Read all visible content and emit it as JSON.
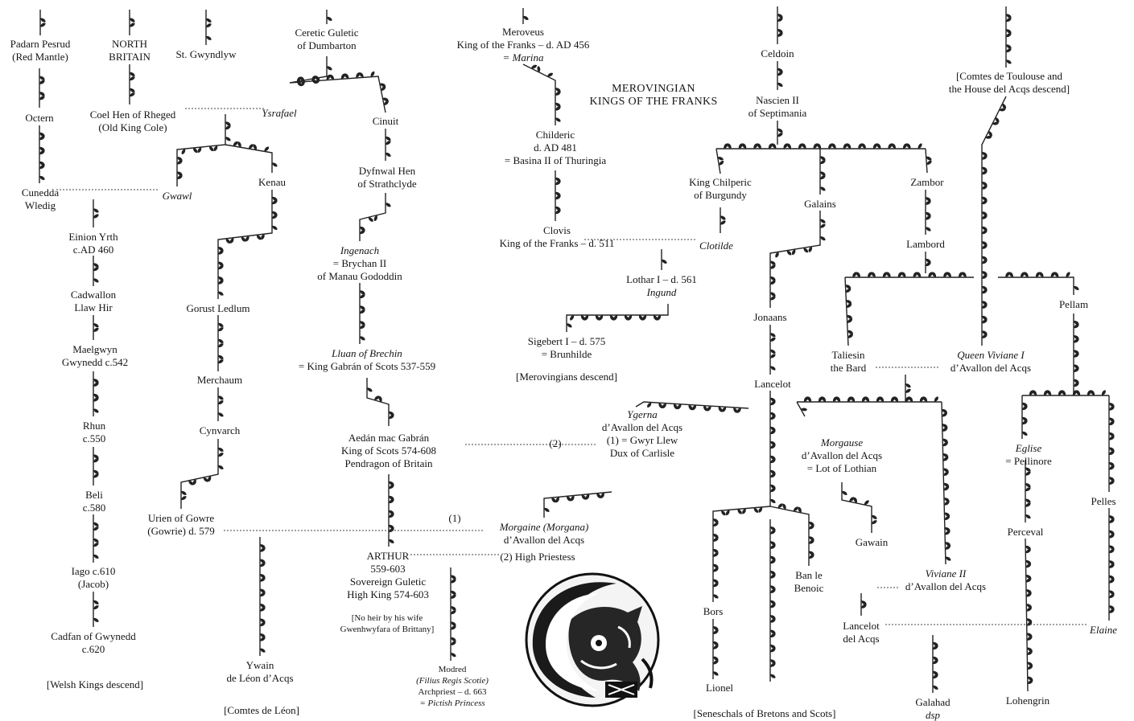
{
  "title": [
    "MEROVINGIAN",
    "KINGS OF THE FRANKS"
  ],
  "nodes": {
    "padarn": [
      "Padarn Pesrud",
      "(Red Mantle)"
    ],
    "northBritain": [
      "NORTH",
      "BRITAIN"
    ],
    "gwyndlyw": [
      "St. Gwyndlyw"
    ],
    "ceretic": [
      "Ceretic Guletic",
      "of Dumbarton"
    ],
    "meroveus": [
      "Meroveus",
      "King of the Franks – d. AD 456",
      "= Marina"
    ],
    "celdoin": [
      "Celdoin"
    ],
    "toulouse": [
      "[Comtes de Toulouse and",
      "the House del Acqs descend]"
    ],
    "octern": [
      "Octern"
    ],
    "coelHen": [
      "Coel Hen of Rheged",
      "(Old King Cole)"
    ],
    "ysrafael": [
      "Ysrafael"
    ],
    "cinuit": [
      "Cinuit"
    ],
    "childeric": [
      "Childeric",
      "d. AD 481",
      "= Basina II of Thuringia"
    ],
    "nascien": [
      "Nascien II",
      "of Septimania"
    ],
    "cunedda": [
      "Cunedda",
      "Wledig"
    ],
    "gwawl": [
      "Gwawl"
    ],
    "kenau": [
      "Kenau"
    ],
    "dyfnwal": [
      "Dyfnwal Hen",
      "of Strathclyde"
    ],
    "chilperic": [
      "King Chilperic",
      "of Burgundy"
    ],
    "galains": [
      "Galains"
    ],
    "zambor": [
      "Zambor"
    ],
    "einion": [
      "Einion Yrth",
      "c.AD 460"
    ],
    "clovis": [
      "Clovis",
      "King of the Franks – d. 511"
    ],
    "clotilde": [
      "Clotilde"
    ],
    "lambord": [
      "Lambord"
    ],
    "ingenach": [
      "Ingenach",
      "= Brychan II",
      "of Manau Gododdin"
    ],
    "cadwallon": [
      "Cadwallon",
      "Llaw Hir"
    ],
    "gorust": [
      "Gorust Ledlum"
    ],
    "lothar": [
      "Lothar I – d. 561",
      "Ingund"
    ],
    "jonaans": [
      "Jonaans"
    ],
    "pellam": [
      "Pellam"
    ],
    "maelgwyn": [
      "Maelgwyn",
      "Gwynedd c.542"
    ],
    "merchaum": [
      "Merchaum"
    ],
    "lluan": [
      "Lluan of Brechin",
      "= King Gabrán of Scots 537-559"
    ],
    "sigebert": [
      "Sigebert I – d. 575",
      "= Brunhilde"
    ],
    "merovDescend": [
      "[Merovingians descend]"
    ],
    "taliesin": [
      "Taliesin",
      "the Bard"
    ],
    "vivianeI": [
      "Queen Viviane I",
      "d’Avallon del Acqs"
    ],
    "lancelot": [
      "Lancelot"
    ],
    "rhun": [
      "Rhun",
      "c.550"
    ],
    "cynvarch": [
      "Cynvarch"
    ],
    "aedan": [
      "Aedán mac Gabrán",
      "King of Scots 574-608",
      "Pendragon of Britain"
    ],
    "ygerna": [
      "Ygerna",
      "d’Avallon del Acqs",
      "(1) = Gwyr Llew",
      "Dux of Carlisle"
    ],
    "ygernaMarriage": [
      "(2)"
    ],
    "morgause": [
      "Morgause",
      "d’Avallon del Acqs",
      "= Lot of Lothian"
    ],
    "eglise": [
      "Eglise",
      "= Pellinore"
    ],
    "beli": [
      "Beli",
      "c.580"
    ],
    "urien": [
      "Urien of Gowre",
      "(Gowrie) d. 579"
    ],
    "pelles": [
      "Pelles"
    ],
    "morgaine": [
      "Morgaine (Morgana)",
      "d’Avallon del Acqs"
    ],
    "morgaineMarriage": [
      "(1)"
    ],
    "perceval": [
      "Perceval"
    ],
    "gawain": [
      "Gawain"
    ],
    "arthur": [
      "ARTHUR",
      "559-603",
      "Sovereign Guletic",
      "High King 574-603"
    ],
    "arthurMarriage": [
      "(2) High Priestess"
    ],
    "arthurNote": [
      "[No heir by his wife",
      "Gwenhwyfara of Brittany]"
    ],
    "iago": [
      "Iago c.610",
      "(Jacob)"
    ],
    "banBenoic": [
      "Ban le",
      "Benoic"
    ],
    "vivianeII": [
      "Viviane II",
      "d’Avallon del Acqs"
    ],
    "bors": [
      "Bors"
    ],
    "lancelotDelAcqs": [
      "Lancelot",
      "del Acqs"
    ],
    "elaine": [
      "Elaine"
    ],
    "cadfan": [
      "Cadfan of Gwynedd",
      "c.620"
    ],
    "welsh": [
      "[Welsh Kings descend]"
    ],
    "ywain": [
      "Ywain",
      "de Léon d’Acqs"
    ],
    "comtesLeon": [
      "[Comtes de Léon]"
    ],
    "modred": [
      "Modred",
      "(Filius Regis Scotie)",
      "Archpriest – d. 663",
      "= Pictish Princess"
    ],
    "lionel": [
      "Lionel"
    ],
    "seneschals": [
      "[Seneschals of Bretons and Scots]"
    ],
    "galahad": [
      "Galahad",
      "dsp"
    ],
    "lohengrin": [
      "Lohengrin"
    ]
  },
  "emblem": {
    "icon": "celtic-beast-roundel-icon"
  }
}
